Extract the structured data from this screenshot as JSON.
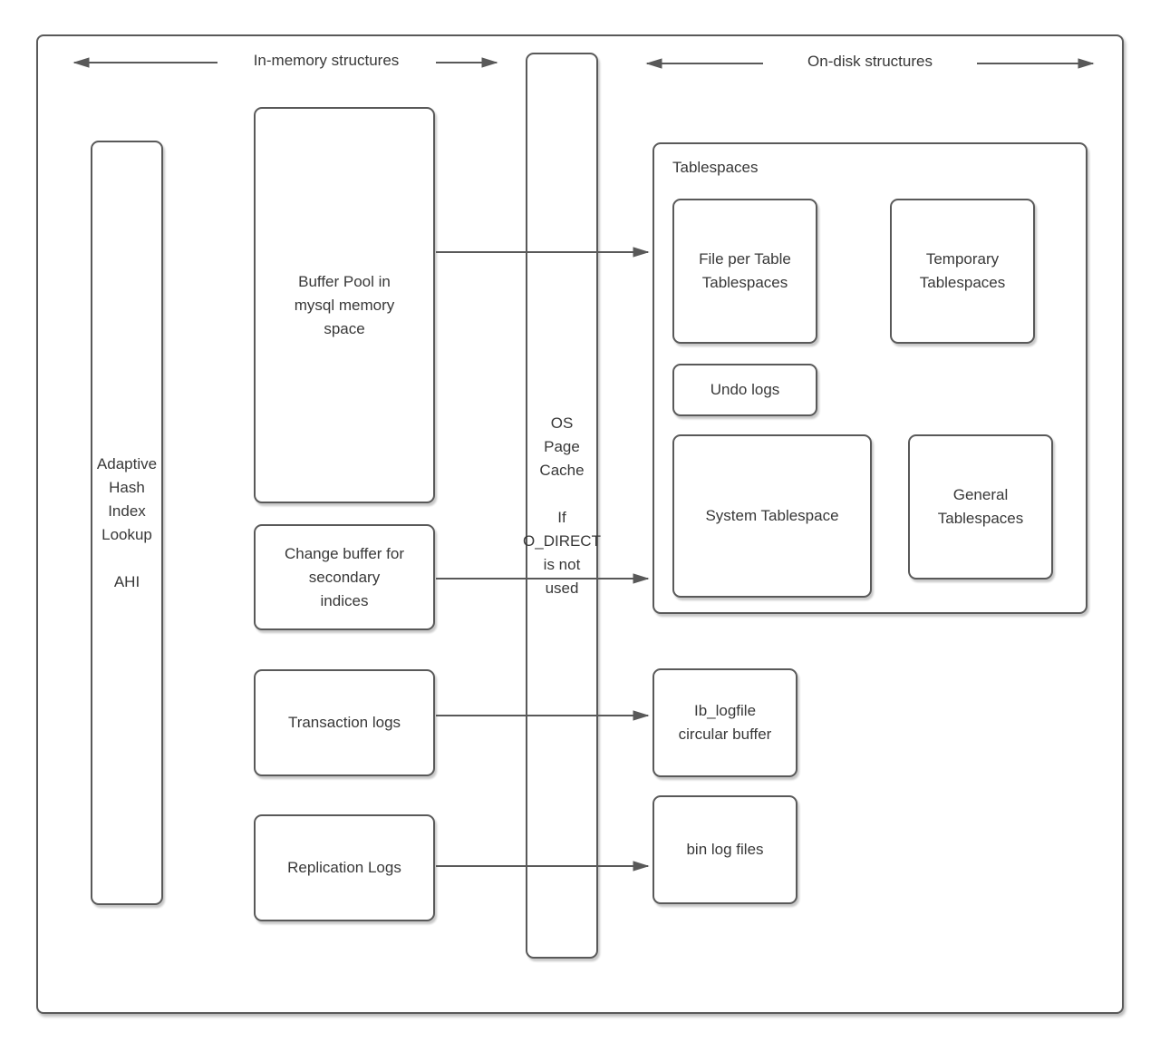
{
  "colors": {
    "stroke": "#595959",
    "text": "#383838",
    "background": "#ffffff"
  },
  "headers": {
    "in_memory_label": "In-memory structures",
    "on_disk_label": "On-disk structures"
  },
  "in_memory": {
    "ahi": {
      "lines": [
        "Adaptive",
        "Hash",
        "Index",
        "Lookup",
        "",
        "AHI"
      ]
    },
    "buffer_pool": {
      "lines": [
        "Buffer Pool in",
        "mysql memory",
        "space"
      ]
    },
    "change_buffer": {
      "lines": [
        "Change buffer for",
        "secondary",
        "indices"
      ]
    },
    "transaction_logs": {
      "label": "Transaction logs"
    },
    "replication_logs": {
      "label": "Replication Logs"
    }
  },
  "os_page_cache": {
    "lines": [
      "OS",
      "Page",
      "Cache",
      "",
      "If",
      "O_DIRECT",
      "is not",
      "used"
    ]
  },
  "on_disk": {
    "tablespaces": {
      "title": "Tablespaces",
      "file_per_table": {
        "lines": [
          "File per Table",
          "Tablespaces"
        ]
      },
      "temporary": {
        "lines": [
          "Temporary",
          "Tablespaces"
        ]
      },
      "undo_logs": {
        "label": "Undo logs"
      },
      "system_tablespace": {
        "label": "System Tablespace"
      },
      "general": {
        "lines": [
          "General",
          "Tablespaces"
        ]
      }
    },
    "ib_logfile": {
      "lines": [
        "Ib_logfile",
        "circular buffer"
      ]
    },
    "bin_log": {
      "label": "bin log files"
    }
  }
}
